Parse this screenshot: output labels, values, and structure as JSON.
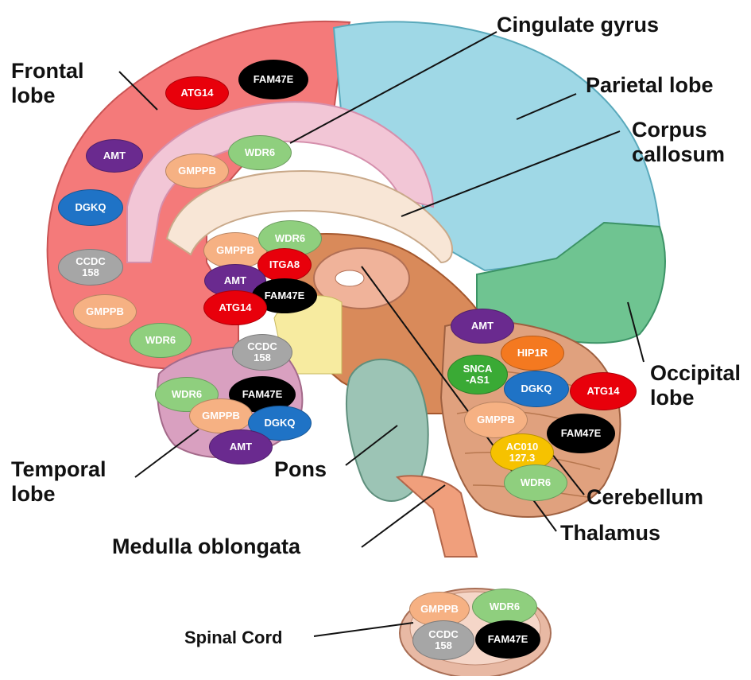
{
  "regions": {
    "frontal": "Frontal\nlobe",
    "cingulate": "Cingulate gyrus",
    "parietal": "Parietal lobe",
    "corpus": "Corpus\ncallosum",
    "occipital": "Occipital\nlobe",
    "temporal": "Temporal\nlobe",
    "pons": "Pons",
    "medulla": "Medulla oblongata",
    "cerebellum": "Cerebellum",
    "thalamus": "Thalamus",
    "spinal": "Spinal Cord"
  },
  "genes": {
    "frontal": [
      "ATG14",
      "FAM47E",
      "AMT",
      "WDR6",
      "GMPPB",
      "DGKQ",
      "CCDC\n158",
      "GMPPB",
      "WDR6"
    ],
    "center": [
      "GMPPB",
      "WDR6",
      "ITGA8",
      "AMT",
      "FAM47E",
      "ATG14",
      "CCDC\n158"
    ],
    "temporal": [
      "WDR6",
      "FAM47E",
      "GMPPB",
      "DGKQ",
      "AMT"
    ],
    "cerebellum": [
      "AMT",
      "HIP1R",
      "SNCA\n-AS1",
      "DGKQ",
      "ATG14",
      "GMPPB",
      "FAM47E",
      "AC010\n127.3",
      "WDR6"
    ],
    "spinal": [
      "GMPPB",
      "WDR6",
      "CCDC\n158",
      "FAM47E"
    ]
  },
  "colors": {
    "ATG14": "#e8000b",
    "FAM47E": "#000000",
    "AMT": "#6a2a8f",
    "WDR6": "#8fcf7e",
    "GMPPB": "#f6b183",
    "DGKQ": "#1f73c6",
    "CCDC": "#a6a6a6",
    "ITGA8": "#e8000b",
    "HIP1R": "#f47920",
    "SNCA": "#3aaa35",
    "AC010": "#f6c200"
  }
}
